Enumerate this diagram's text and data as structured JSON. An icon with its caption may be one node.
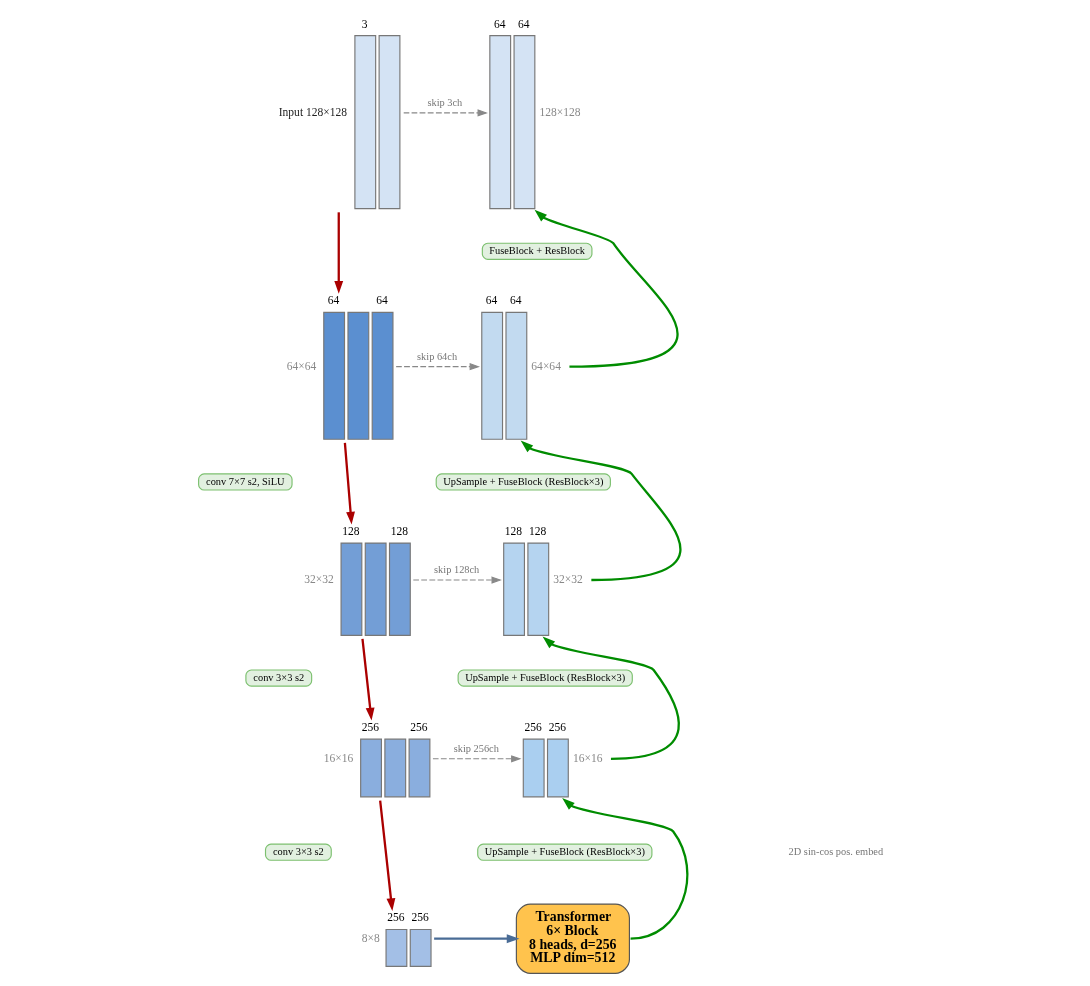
{
  "diagram": {
    "nodes": [
      {
        "text": [
          "3"
        ],
        "beside": [
          "Input 128×128"
        ]
      },
      {
        "text": [
          "64",
          "64"
        ],
        "beside": [
          "128×128"
        ]
      },
      {
        "text": [
          "FuseBlock + ResBlock"
        ]
      },
      {
        "text": [
          "64",
          "64"
        ],
        "beside": [
          "64×64"
        ]
      },
      {
        "text": [
          "64",
          "64"
        ],
        "beside": [
          "64×64"
        ]
      },
      {
        "text": [
          "conv 7×7 s2, SiLU"
        ]
      },
      {
        "text": [
          "UpSample + FuseBlock (ResBlock×3)"
        ]
      },
      {
        "text": [
          "128",
          "128"
        ],
        "beside": [
          "32×32"
        ]
      },
      {
        "text": [
          "128",
          "128"
        ],
        "beside": [
          "32×32"
        ]
      },
      {
        "text": [
          "conv 3×3 s2"
        ]
      },
      {
        "text": [
          "UpSample + FuseBlock (ResBlock×3)"
        ]
      },
      {
        "text": [
          "256",
          "256"
        ],
        "beside": [
          "16×16"
        ]
      },
      {
        "text": [
          "256",
          "256"
        ],
        "beside": [
          "16×16"
        ]
      },
      {
        "text": [
          "conv 3×3 s2"
        ]
      },
      {
        "text": [
          "UpSample + FuseBlock (ResBlock×3)"
        ]
      },
      {
        "text": [
          "256",
          "256"
        ],
        "beside": [
          "8×8"
        ]
      },
      {
        "text": [
          "Transformer",
          "6× Block",
          "8 heads, d=256",
          "MLP dim=512"
        ]
      }
    ],
    "edges": [
      {
        "from": 0,
        "to": 3,
        "arrow": "to",
        "color": "#aa0000"
      },
      {
        "from": 3,
        "to": 7,
        "arrow": "to",
        "color": "#aa0000"
      },
      {
        "from": 7,
        "to": 11,
        "arrow": "to",
        "color": "#aa0000"
      },
      {
        "from": 11,
        "to": 15,
        "arrow": "to",
        "color": "#aa0000"
      },
      {
        "from": 15,
        "to": 16,
        "arrow": "to",
        "color": "#4a6c96"
      },
      {
        "from": 16,
        "to": 12,
        "arrow": "to",
        "color": "#008c00"
      },
      {
        "from": 12,
        "to": 8,
        "arrow": "to",
        "color": "#008c00"
      },
      {
        "from": 8,
        "to": 4,
        "arrow": "to",
        "color": "#008c00"
      },
      {
        "from": 4,
        "to": 1,
        "arrow": "to",
        "color": "#008c00"
      },
      {
        "from": 0,
        "to": 1,
        "arrow": "to",
        "label": "skip 3ch",
        "style": "dashed",
        "color": "#888888"
      },
      {
        "from": 3,
        "to": 4,
        "arrow": "to",
        "label": "skip 64ch",
        "style": "dashed",
        "color": "#888888"
      },
      {
        "from": 7,
        "to": 8,
        "arrow": "to",
        "label": "skip 128ch",
        "style": "dashed",
        "color": "#888888"
      },
      {
        "from": 11,
        "to": 12,
        "arrow": "to",
        "label": "skip 256ch",
        "style": "dashed",
        "color": "#888888"
      }
    ],
    "labels": [
      "2D sin-cos pos. embed"
    ]
  }
}
